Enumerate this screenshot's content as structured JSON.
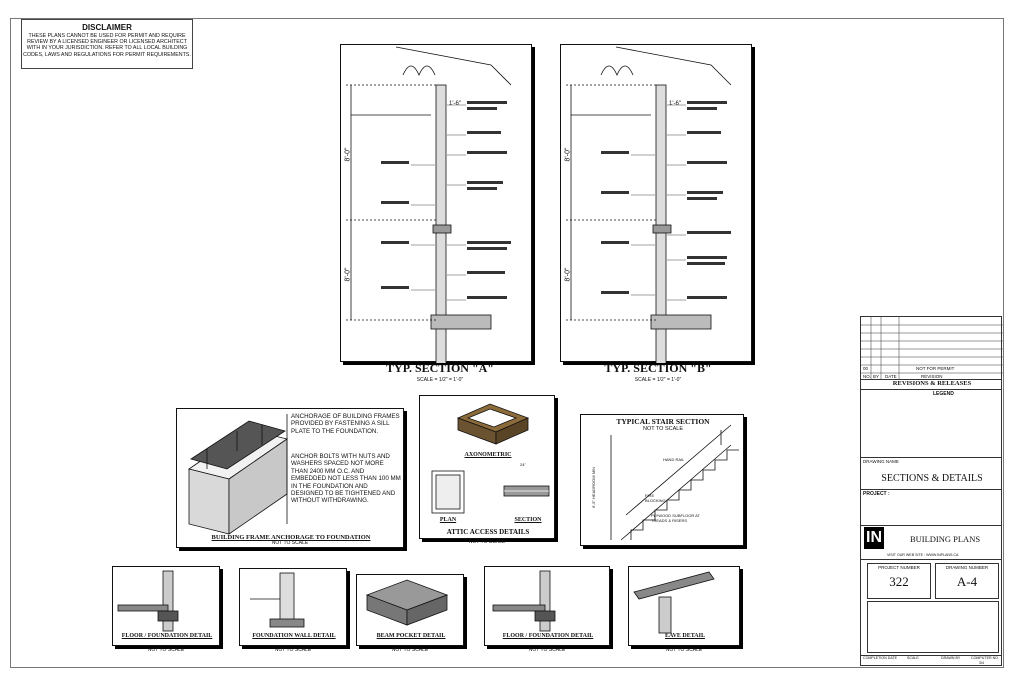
{
  "disclaimer": {
    "title": "DISCLAIMER",
    "body": "THESE PLANS CANNOT BE USED FOR PERMIT AND REQUIRE REVIEW BY A LICENSED ENGINEER OR LICENSED ARCHITECT WITH IN YOUR JURISDICTION. REFER TO ALL LOCAL BUILDING CODES, LAWS AND REGULATIONS FOR PERMIT REQUIREMENTS."
  },
  "section_a": {
    "title": "TYP. SECTION \"A\"",
    "scale": "SCALE = 1/2\" = 1'-0\"",
    "height_upper": "8'-0\"",
    "height_lower": "8'-0\"",
    "dim": "1'-6\""
  },
  "section_b": {
    "title": "TYP. SECTION \"B\"",
    "scale": "SCALE = 1/2\" = 1'-0\"",
    "height_upper": "8'-0\"",
    "height_lower": "8'-0\"",
    "dim": "1'-6\""
  },
  "anchorage": {
    "note1": "ANCHORAGE OF BUILDING FRAMES PROVIDED BY FASTENING A SILL PLATE TO THE FOUNDATION.",
    "note2": "ANCHOR BOLTS WITH NUTS AND WASHERS SPACED NOT MORE THAN 2400 mm o.c. AND EMBEDDED NOT LESS THAN 100 mm IN THE FOUNDATION AND DESIGNED TO BE TIGHTENED AND WITHOUT WITHDRAWING.",
    "title": "BUILDING FRAME ANCHORAGE TO FOUNDATION",
    "scale": "NOT TO SCALE"
  },
  "attic": {
    "axonometric": "AXONOMETRIC",
    "plan": "PLAN",
    "section": "SECTION",
    "title": "ATTIC ACCESS DETAILS",
    "scale": "NOT TO SCALE",
    "dim": "24\""
  },
  "stair": {
    "title": "TYPICAL STAIR SECTION",
    "scale": "NOT TO SCALE",
    "hand_rail": "HAND RAIL",
    "fire_blocking": "FIRE BLOCKING",
    "plywood": "PLYWOOD SUBFLOOR AT TREADS & RISERS",
    "headroom": "6'-5\" HEADROOM MIN"
  },
  "details": [
    {
      "title": "FLOOR / FOUNDATION DETAIL",
      "scale": "NOT TO SCALE"
    },
    {
      "title": "FOUNDATION WALL DETAIL",
      "scale": "NOT TO SCALE"
    },
    {
      "title": "BEAM POCKET DETAIL",
      "scale": "NOT TO SCALE"
    },
    {
      "title": "FLOOR / FOUNDATION DETAIL",
      "scale": "NOT TO SCALE"
    },
    {
      "title": "EAVE DETAIL",
      "scale": "NOT TO SCALE"
    }
  ],
  "title_block": {
    "rev_no": "NO.",
    "rev_by": "BY",
    "rev_date": "DATE",
    "rev_rev": "REVISION",
    "rev_first_no": "00",
    "rev_first_desc": "NOT FOR PERMIT",
    "revisions_title": "REVISIONS & RELEASES",
    "legend": "LEGEND",
    "drawing_name_label": "DRAWING NAME",
    "drawing_name": "SECTIONS & DETAILS",
    "project_label": "PROJECT :",
    "logo": "IN",
    "logo_subtitle": "BUILDING PLANS",
    "website": "VISIT OUR WEB SITE : WWW.INPLANS.CA",
    "project_number_label": "PROJECT NUMBER",
    "project_number": "322",
    "drawing_number_label": "DRAWING NUMBER",
    "drawing_number": "A-4",
    "footer": [
      "COMPLETION DATE",
      "SCALE",
      "DRAWN BY",
      "COMPUTER NO."
    ],
    "footer_computer": "3/4"
  }
}
